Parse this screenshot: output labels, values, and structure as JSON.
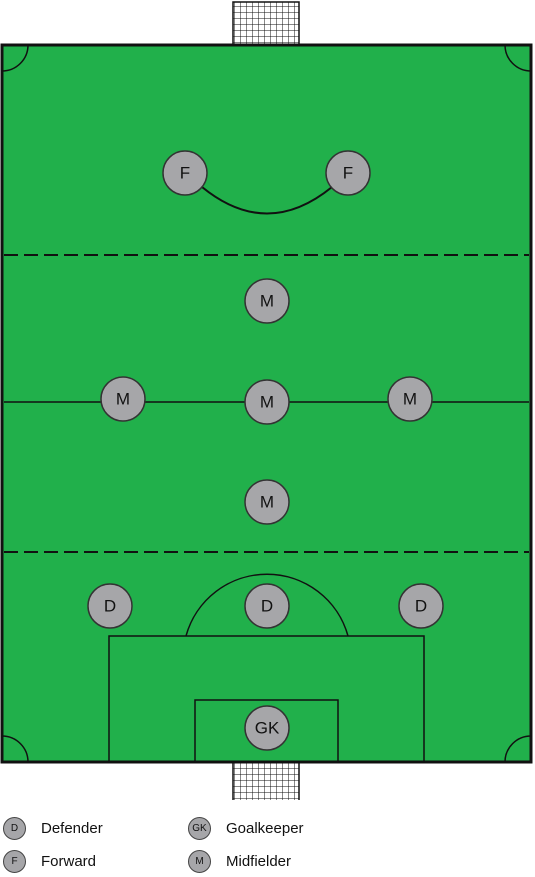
{
  "colors": {
    "pitch": "#21b04b",
    "lines": "#111111",
    "player_fill": "#a6a6a9",
    "player_stroke": "#333333",
    "net_fill": "#ffffff"
  },
  "players": [
    {
      "role": "forward",
      "label": "F"
    },
    {
      "role": "forward",
      "label": "F"
    },
    {
      "role": "midfielder",
      "label": "M"
    },
    {
      "role": "midfielder",
      "label": "M"
    },
    {
      "role": "midfielder",
      "label": "M"
    },
    {
      "role": "midfielder",
      "label": "M"
    },
    {
      "role": "midfielder",
      "label": "M"
    },
    {
      "role": "defender",
      "label": "D"
    },
    {
      "role": "defender",
      "label": "D"
    },
    {
      "role": "defender",
      "label": "D"
    },
    {
      "role": "goalkeeper",
      "label": "GK"
    }
  ],
  "legend": [
    {
      "icon": "D",
      "label": "Defender"
    },
    {
      "icon": "GK",
      "label": "Goalkeeper"
    },
    {
      "icon": "F",
      "label": "Forward"
    },
    {
      "icon": "M",
      "label": "Midfielder"
    }
  ]
}
